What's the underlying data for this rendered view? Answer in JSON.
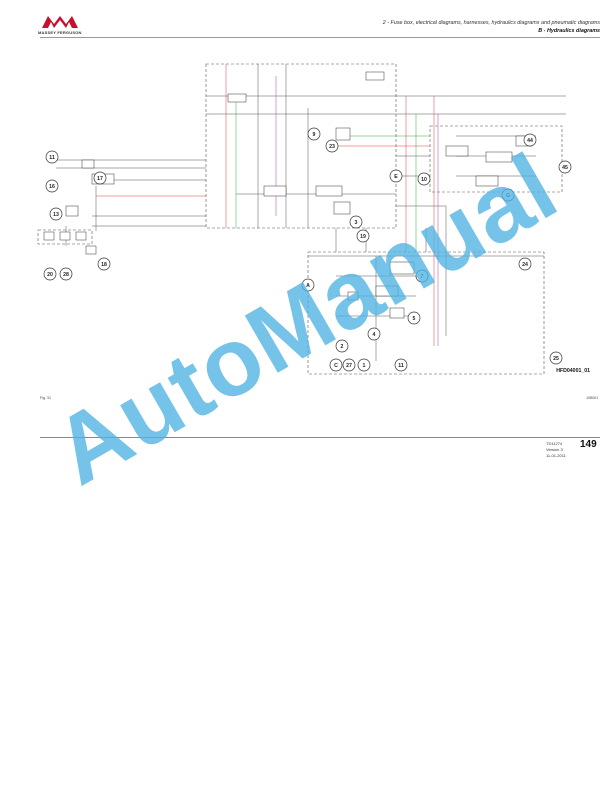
{
  "header": {
    "brand": "MASSEY FERGUSON",
    "section_title": "2 - Fuse box, electrical diagrams, harnesses, hydraulics diagrams and pneumatic diagrams",
    "subsection_title": "B - Hydraulics diagrams"
  },
  "diagram": {
    "reference": "HFD04001_01",
    "components": [
      {
        "label": "11"
      },
      {
        "label": "16"
      },
      {
        "label": "17"
      },
      {
        "label": "13"
      },
      {
        "label": "18"
      },
      {
        "label": "20"
      },
      {
        "label": "28"
      },
      {
        "label": "9"
      },
      {
        "label": "23"
      },
      {
        "label": "E"
      },
      {
        "label": "10"
      },
      {
        "label": "44"
      },
      {
        "label": "45"
      },
      {
        "label": "G"
      },
      {
        "label": "3"
      },
      {
        "label": "19"
      },
      {
        "label": "24"
      },
      {
        "label": "A"
      },
      {
        "label": "7"
      },
      {
        "label": "5"
      },
      {
        "label": "4"
      },
      {
        "label": "2"
      },
      {
        "label": "C"
      },
      {
        "label": "27"
      },
      {
        "label": "1"
      },
      {
        "label": "11"
      },
      {
        "label": "25"
      }
    ]
  },
  "figure": {
    "caption": "Fig. 31",
    "code": "10B001"
  },
  "footer": {
    "doc_id": "TD11274",
    "version": "Version 3",
    "date": "11-01-2011",
    "page": "149"
  },
  "watermark": "AutoManual"
}
